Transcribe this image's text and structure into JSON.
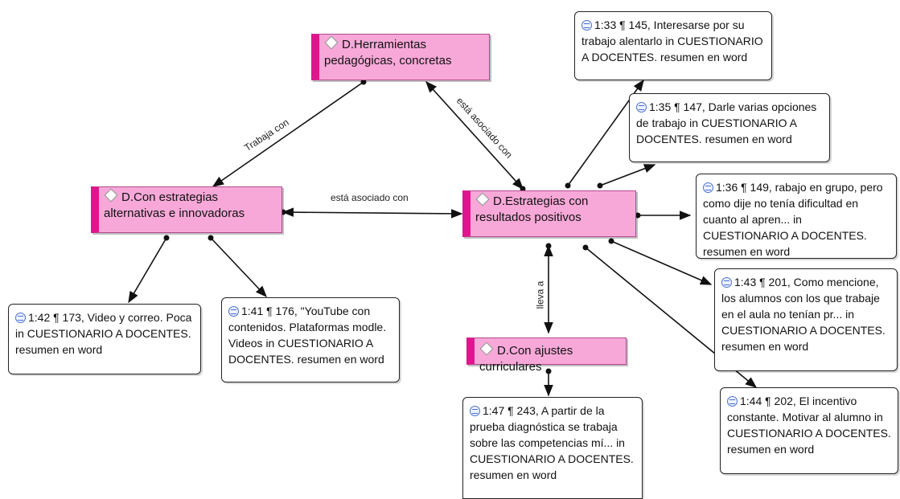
{
  "colors": {
    "code_fill": "#f7a8d8",
    "code_accent": "#e0158d",
    "edge": "#111111"
  },
  "codes": {
    "herramientas": "D.Herramientas pedagógicas, concretas",
    "alternativas": "D.Con estrategias alternativas e innovadoras",
    "resultados": "D.Estrategias con resultados positivos",
    "ajustes": "D.Con ajustes curriculares"
  },
  "quotes": {
    "q133": "1:33 ¶ 145, Interesarse por su trabajo alentarlo in CUESTIONARIO A DOCENTES. resumen en word",
    "q135": "1:35 ¶ 147, Darle varias opciones de trabajo in CUESTIONARIO A DOCENTES. resumen en word",
    "q136": "1:36 ¶ 149, rabajo en grupo, pero como dije no tenía dificultad en cuanto al apren... in CUESTIONARIO A DOCENTES. resumen en word",
    "q143": "1:43 ¶ 201, Como mencione, los alumnos con los que trabaje en el aula no tenían pr... in CUESTIONARIO A DOCENTES. resumen en word",
    "q144": "1:44 ¶ 202, El incentivo constante. Motivar al alumno in CUESTIONARIO A DOCENTES. resumen en word",
    "q142": "1:42 ¶ 173, Video y correo. Poca in CUESTIONARIO A DOCENTES. resumen en word",
    "q141": "1:41 ¶ 176, \"YouTube con contenidos. Plataformas modle. Videos in CUESTIONARIO A DOCENTES. resumen en word",
    "q147": "1:47 ¶ 243, A partir de la prueba diagnóstica se trabaja sobre las competencias mí... in CUESTIONARIO A DOCENTES. resumen en word"
  },
  "relations": {
    "trabaja_con": "Trabaja con",
    "asociado_1": "está asociado con",
    "asociado_2": "está asociado con",
    "lleva_a": "lleva a"
  }
}
